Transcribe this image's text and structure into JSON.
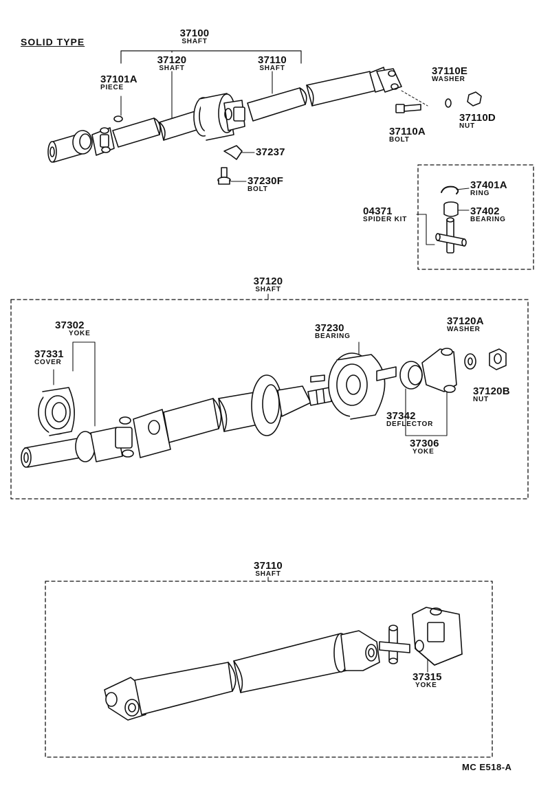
{
  "title": "SOLID TYPE",
  "footer_code": "MC  E518-A",
  "parts": {
    "p37100": {
      "number": "37100",
      "name": "SHAFT"
    },
    "p37120_top": {
      "number": "37120",
      "name": "SHAFT"
    },
    "p37110_top": {
      "number": "37110",
      "name": "SHAFT"
    },
    "p37101A": {
      "number": "37101A",
      "name": "PIECE"
    },
    "p37110E": {
      "number": "37110E",
      "name": "WASHER"
    },
    "p37110D": {
      "number": "37110D",
      "name": "NUT"
    },
    "p37110A": {
      "number": "37110A",
      "name": "BOLT"
    },
    "p37237": {
      "number": "37237",
      "name": ""
    },
    "p37230F": {
      "number": "37230F",
      "name": "BOLT"
    },
    "p37401A": {
      "number": "37401A",
      "name": "RING"
    },
    "p37402": {
      "number": "37402",
      "name": "BEARING"
    },
    "p04371": {
      "number": "04371",
      "name": "SPIDER KIT"
    },
    "p37120_mid": {
      "number": "37120",
      "name": "SHAFT"
    },
    "p37302": {
      "number": "37302",
      "name": "YOKE"
    },
    "p37331": {
      "number": "37331",
      "name": "COVER"
    },
    "p37230": {
      "number": "37230",
      "name": "BEARING"
    },
    "p37120A": {
      "number": "37120A",
      "name": "WASHER"
    },
    "p37120B": {
      "number": "37120B",
      "name": "NUT"
    },
    "p37342": {
      "number": "37342",
      "name": "DEFLECTOR"
    },
    "p37306": {
      "number": "37306",
      "name": "YOKE"
    },
    "p37110_bot": {
      "number": "37110",
      "name": "SHAFT"
    },
    "p37315": {
      "number": "37315",
      "name": "YOKE"
    }
  }
}
